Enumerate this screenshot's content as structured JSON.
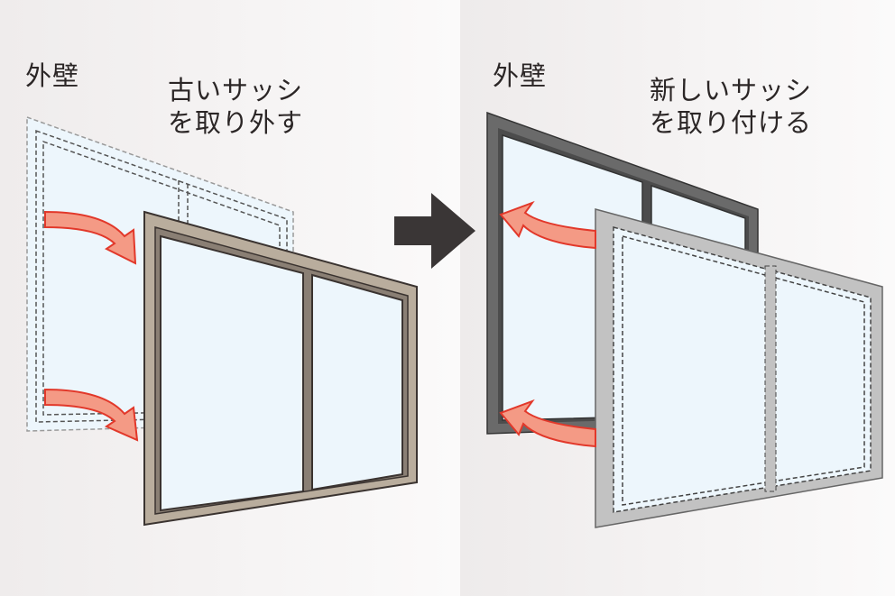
{
  "left_panel": {
    "wall_label": "外壁",
    "caption_line1": "古いサッシ",
    "caption_line2": "を取り外す"
  },
  "right_panel": {
    "wall_label": "外壁",
    "caption_line1": "新しいサッシ",
    "caption_line2": "を取り付ける"
  },
  "colors": {
    "old_frame": "#b9ad9d",
    "new_frame": "#6a6a6a",
    "glass": "#edf6fc",
    "arrow_fill": "#f49a85",
    "arrow_stroke": "#e2382a",
    "step_arrow": "#3a3636"
  }
}
